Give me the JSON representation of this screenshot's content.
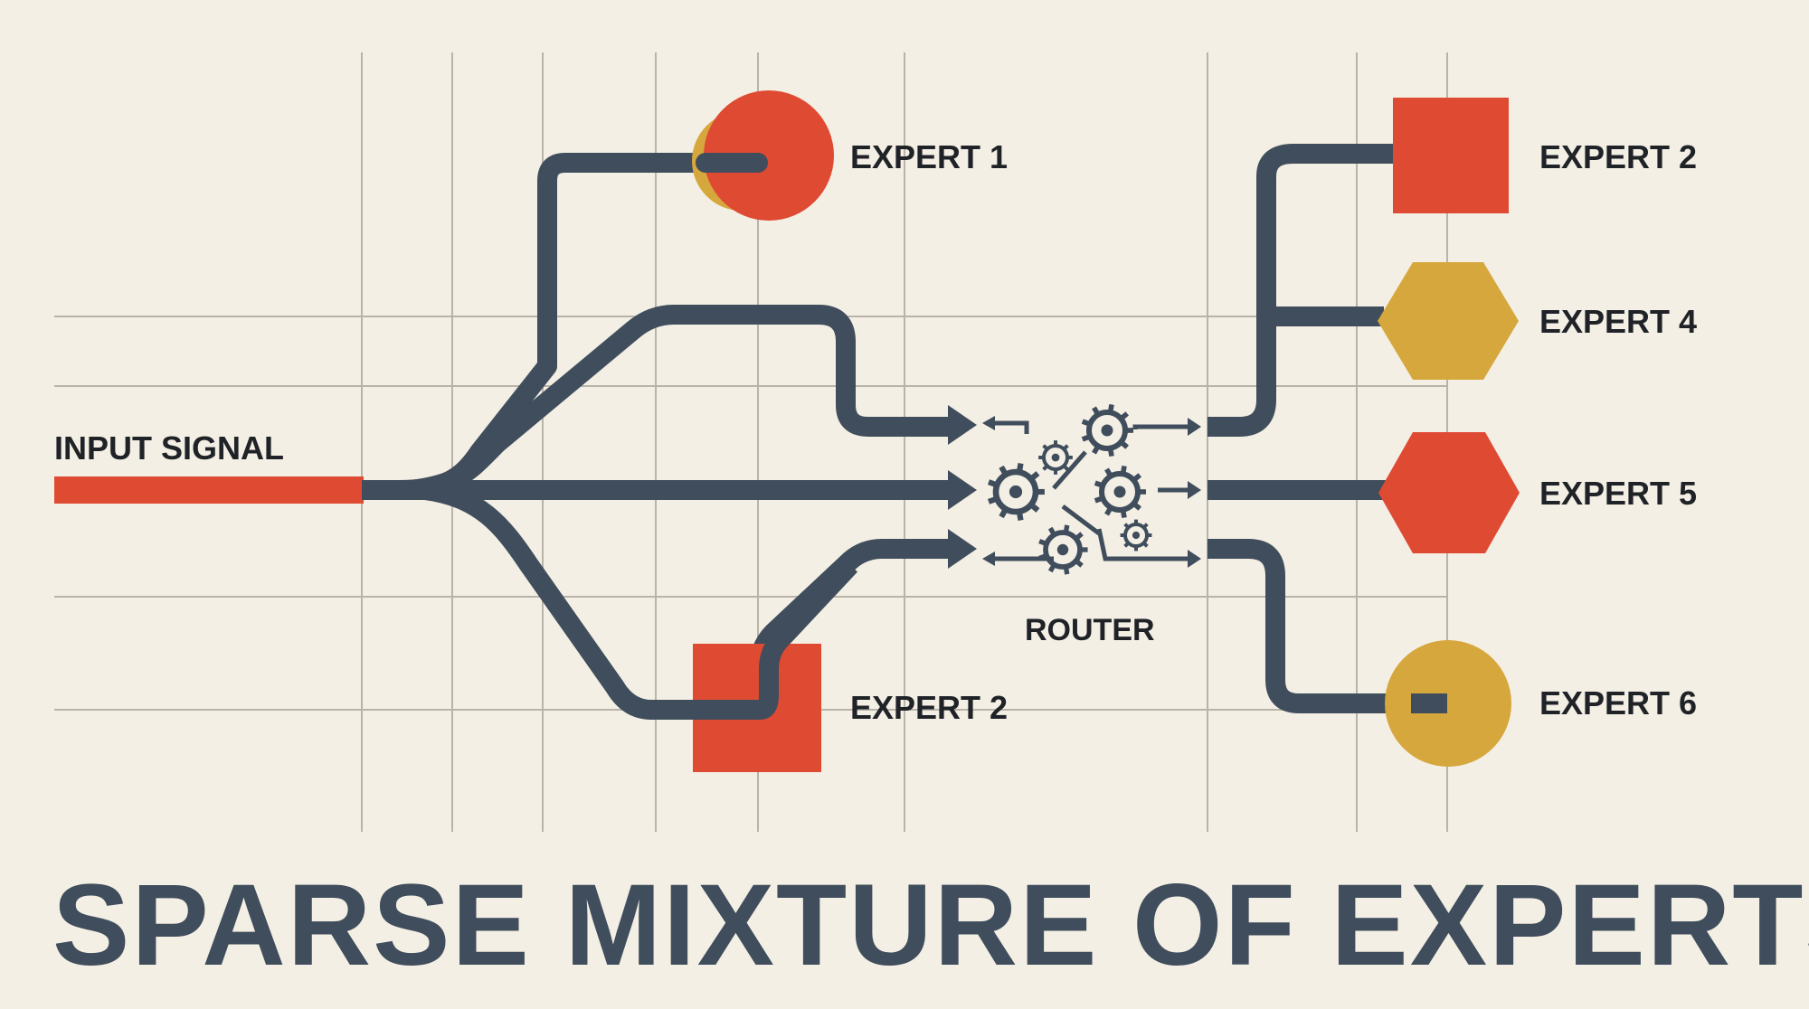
{
  "title": "SPARSE MIXTURE OF EXPERTS",
  "labels": {
    "input": "INPUT SIGNAL",
    "router": "ROUTER",
    "expert_1": "EXPERT 1",
    "expert_2_bottom": "EXPERT 2",
    "expert_2_top": "EXPERT 2",
    "expert_4": "EXPERT 4",
    "expert_5": "EXPERT 5",
    "expert_6": "EXPERT 6"
  },
  "icons": {
    "router": "gears-icon"
  },
  "colors": {
    "background": "#f4efe4",
    "grid": "#b9b4aa",
    "wire": "#3f4d5c",
    "red": "#df4a33",
    "gold": "#d6a73c",
    "text": "#1f2227",
    "title": "#3f4d5c"
  }
}
